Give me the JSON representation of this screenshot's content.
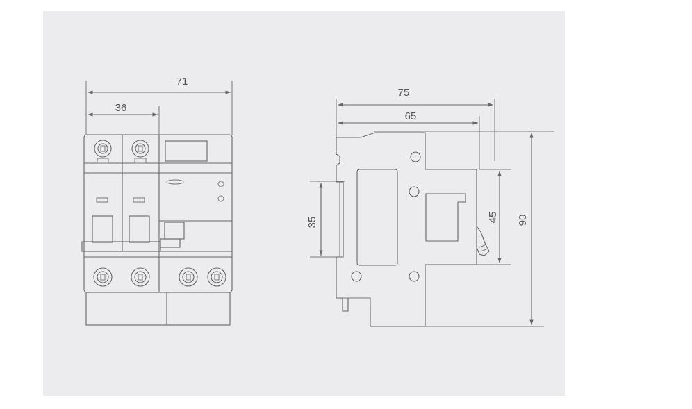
{
  "colors": {
    "background": "#ececee",
    "line": "#666666",
    "text": "#555555"
  },
  "front_view": {
    "overall_width": "71",
    "pole_width": "36"
  },
  "side_view": {
    "overall_depth": "75",
    "body_depth": "65",
    "rail_height": "35",
    "front_height": "45",
    "overall_height": "90"
  }
}
